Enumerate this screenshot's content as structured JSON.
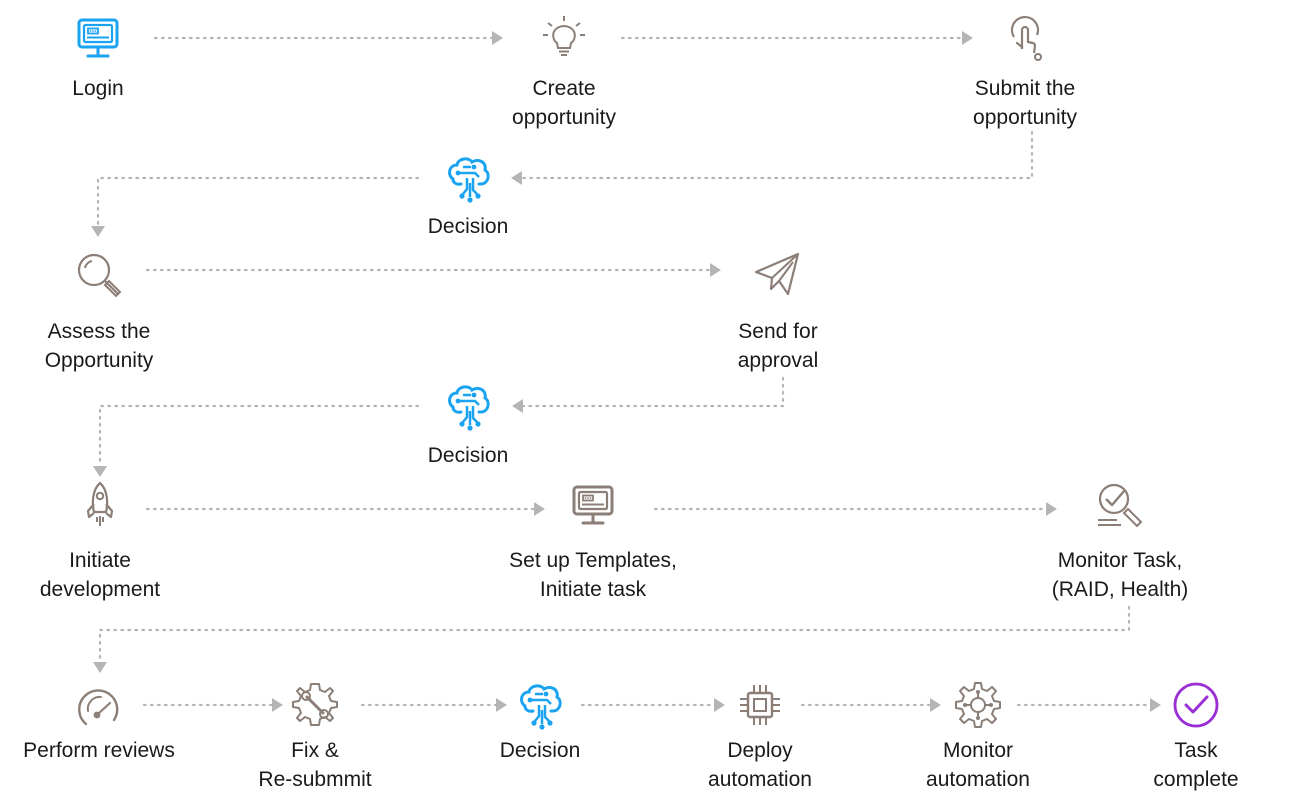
{
  "colors": {
    "icon_gray": "#8b7e76",
    "icon_blue": "#1aa3f0",
    "icon_purple": "#9b2fd6",
    "connector": "#b5b5b5",
    "text": "#1a1a1a"
  },
  "nodes": [
    {
      "id": "login",
      "label": "Login",
      "icon": "monitor-icon",
      "color": "icon_blue"
    },
    {
      "id": "create",
      "label": "Create\nopportunity",
      "icon": "lightbulb-icon",
      "color": "icon_gray"
    },
    {
      "id": "submit",
      "label": "Submit the\nopportunity",
      "icon": "tap-icon",
      "color": "icon_gray"
    },
    {
      "id": "decision1",
      "label": "Decision",
      "icon": "brain-circuit-icon",
      "color": "icon_blue"
    },
    {
      "id": "assess",
      "label": "Assess the\nOpportunity",
      "icon": "magnifier-icon",
      "color": "icon_gray"
    },
    {
      "id": "send",
      "label": "Send for\napproval",
      "icon": "paper-plane-icon",
      "color": "icon_gray"
    },
    {
      "id": "decision2",
      "label": "Decision",
      "icon": "brain-circuit-icon",
      "color": "icon_blue"
    },
    {
      "id": "initiate",
      "label": "Initiate\ndevelopment",
      "icon": "rocket-icon",
      "color": "icon_gray"
    },
    {
      "id": "setup",
      "label": "Set up Templates,\nInitiate task",
      "icon": "monitor-icon",
      "color": "icon_gray"
    },
    {
      "id": "monitor_task",
      "label": "Monitor Task,\n(RAID, Health)",
      "icon": "search-check-icon",
      "color": "icon_gray"
    },
    {
      "id": "reviews",
      "label": "Perform reviews",
      "icon": "gauge-icon",
      "color": "icon_gray"
    },
    {
      "id": "fix",
      "label": "Fix &\nRe-submmit",
      "icon": "gear-wrench-icon",
      "color": "icon_gray"
    },
    {
      "id": "decision3",
      "label": "Decision",
      "icon": "brain-circuit-icon",
      "color": "icon_blue"
    },
    {
      "id": "deploy",
      "label": "Deploy\nautomation",
      "icon": "chip-icon",
      "color": "icon_gray"
    },
    {
      "id": "monitor_auto",
      "label": "Monitor\nautomation",
      "icon": "gear-circuit-icon",
      "color": "icon_gray"
    },
    {
      "id": "complete",
      "label": "Task complete",
      "icon": "check-circle-icon",
      "color": "icon_purple"
    }
  ]
}
